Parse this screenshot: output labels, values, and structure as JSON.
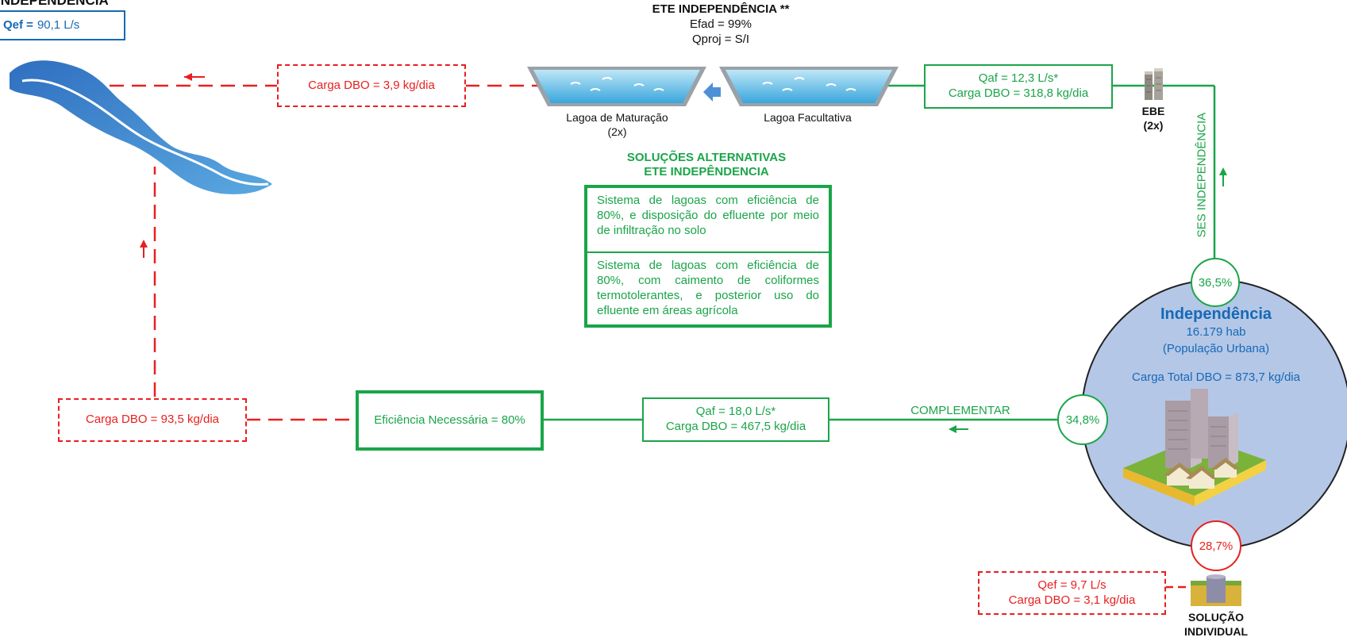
{
  "header_left": {
    "title": "INDEPENDÊNCIA",
    "qef_label": "Qef =",
    "qef_value": "90,1 L/s"
  },
  "ete": {
    "title": "ETE INDEPENDÊNCIA **",
    "efad": "Efad = 99%",
    "qproj": "Qproj = S/I",
    "pond_maturacao": "Lagoa de Maturação",
    "pond_maturacao_count": "(2x)",
    "pond_facultativa": "Lagoa Facultativa"
  },
  "loads": {
    "river_outfall": "Carga DBO = 3,9 kg/dia",
    "complementar_outfall": "Carga DBO = 93,5 kg/dia",
    "ses_flow": "Qaf = 12,3 L/s*",
    "ses_load": "Carga DBO = 318,8 kg/dia",
    "compl_flow": "Qaf = 18,0 L/s*",
    "compl_load": "Carga DBO = 467,5 kg/dia",
    "individual_flow": "Qef = 9,7 L/s",
    "individual_load": "Carga DBO = 3,1 kg/dia"
  },
  "ebe": {
    "label": "EBE",
    "count": "(2x)"
  },
  "ses_label": "SES INDEPENDÊNCIA",
  "complementar_label": "COMPLEMENTAR",
  "efficiency": "Eficiência Necessária = 80%",
  "alternatives": {
    "title_line1": "SOLUÇÕES ALTERNATIVAS",
    "title_line2": "ETE INDEPÊNDENCIA",
    "option1": "Sistema de lagoas com eficiência de 80%, e disposição do efluente por meio de infiltração no solo",
    "option2": "Sistema de lagoas com eficiência de 80%, com caimento de coliformes termotolerantes, e posterior uso do efluente em áreas agrícola"
  },
  "city": {
    "name": "Independência",
    "population": "16.179 hab",
    "population_type": "(População Urbana)",
    "total_load": "Carga Total DBO = 873,7 kg/dia"
  },
  "shares": {
    "ses": "36,5%",
    "complementar": "34,8%",
    "individual": "28,7%"
  },
  "individual": {
    "line1": "SOLUÇÃO",
    "line2": "INDIVIDUAL"
  },
  "colors": {
    "green": "#1aa549",
    "red": "#e8201f",
    "blue": "#1769b5",
    "city_fill": "#b4c7e7"
  }
}
